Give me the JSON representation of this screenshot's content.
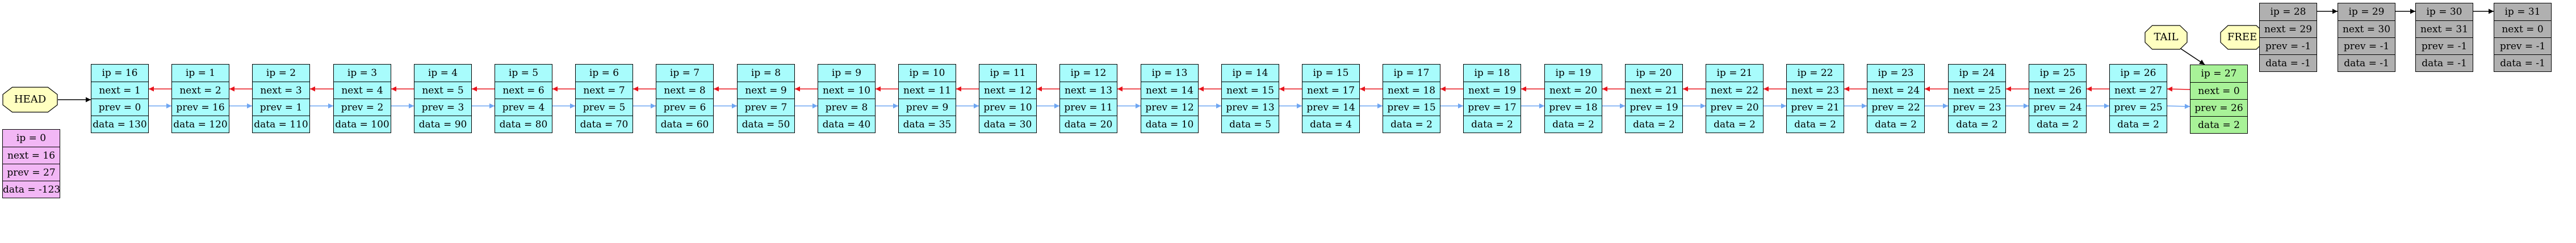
{
  "labels": {
    "head": "HEAD",
    "tail": "TAIL",
    "free": "FREE"
  },
  "colors": {
    "node": "#a8fcfc",
    "free_node": "#b0b0b0",
    "tail_node": "#a8f298",
    "zero_node": "#f2b7f5",
    "tag": "#ffffc0",
    "next_arrow": "#6ea6f2",
    "prev_arrow": "#e8141c",
    "free_arrow": "#000000"
  },
  "zero_node": [
    "ip = 0",
    "next = 16",
    "prev = 27",
    "data = -123"
  ],
  "list_nodes": [
    [
      "ip = 16",
      "next = 1",
      "prev = 0",
      "data = 130"
    ],
    [
      "ip = 1",
      "next = 2",
      "prev = 16",
      "data = 120"
    ],
    [
      "ip = 2",
      "next = 3",
      "prev = 1",
      "data = 110"
    ],
    [
      "ip = 3",
      "next = 4",
      "prev = 2",
      "data = 100"
    ],
    [
      "ip = 4",
      "next = 5",
      "prev = 3",
      "data = 90"
    ],
    [
      "ip = 5",
      "next = 6",
      "prev = 4",
      "data = 80"
    ],
    [
      "ip = 6",
      "next = 7",
      "prev = 5",
      "data = 70"
    ],
    [
      "ip = 7",
      "next = 8",
      "prev = 6",
      "data = 60"
    ],
    [
      "ip = 8",
      "next = 9",
      "prev = 7",
      "data = 50"
    ],
    [
      "ip = 9",
      "next = 10",
      "prev = 8",
      "data = 40"
    ],
    [
      "ip = 10",
      "next = 11",
      "prev = 9",
      "data = 35"
    ],
    [
      "ip = 11",
      "next = 12",
      "prev = 10",
      "data = 30"
    ],
    [
      "ip = 12",
      "next = 13",
      "prev = 11",
      "data = 20"
    ],
    [
      "ip = 13",
      "next = 14",
      "prev = 12",
      "data = 10"
    ],
    [
      "ip = 14",
      "next = 15",
      "prev = 13",
      "data = 5"
    ],
    [
      "ip = 15",
      "next = 17",
      "prev = 14",
      "data = 4"
    ],
    [
      "ip = 17",
      "next = 18",
      "prev = 15",
      "data = 2"
    ],
    [
      "ip = 18",
      "next = 19",
      "prev = 17",
      "data = 2"
    ],
    [
      "ip = 19",
      "next = 20",
      "prev = 18",
      "data = 2"
    ],
    [
      "ip = 20",
      "next = 21",
      "prev = 19",
      "data = 2"
    ],
    [
      "ip = 21",
      "next = 22",
      "prev = 20",
      "data = 2"
    ],
    [
      "ip = 22",
      "next = 23",
      "prev = 21",
      "data = 2"
    ],
    [
      "ip = 23",
      "next = 24",
      "prev = 22",
      "data = 2"
    ],
    [
      "ip = 24",
      "next = 25",
      "prev = 23",
      "data = 2"
    ],
    [
      "ip = 25",
      "next = 26",
      "prev = 24",
      "data = 2"
    ],
    [
      "ip = 26",
      "next = 27",
      "prev = 25",
      "data = 2"
    ],
    [
      "ip = 27",
      "next = 0",
      "prev = 26",
      "data = 2"
    ]
  ],
  "free_nodes": [
    [
      "ip = 28",
      "next = 29",
      "prev = -1",
      "data = -1"
    ],
    [
      "ip = 29",
      "next = 30",
      "prev = -1",
      "data = -1"
    ],
    [
      "ip = 30",
      "next = 31",
      "prev = -1",
      "data = -1"
    ],
    [
      "ip = 31",
      "next = 0",
      "prev = -1",
      "data = -1"
    ]
  ]
}
